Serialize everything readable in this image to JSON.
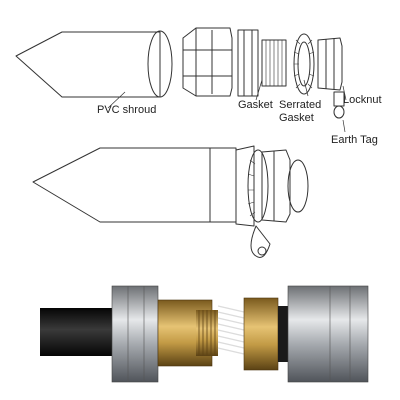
{
  "labels": {
    "pvc_shroud": "PVC shroud",
    "gasket": "Gasket",
    "serrated_gasket_line1": "Serrated",
    "serrated_gasket_line2": "Gasket",
    "locknut": "Locknut",
    "earth_tag": "Earth Tag"
  },
  "colors": {
    "line": "#333333",
    "brass": "#c9a04a",
    "steel": "#b9bcc0",
    "cable": "#161616",
    "wire": "#d8d8d8"
  }
}
